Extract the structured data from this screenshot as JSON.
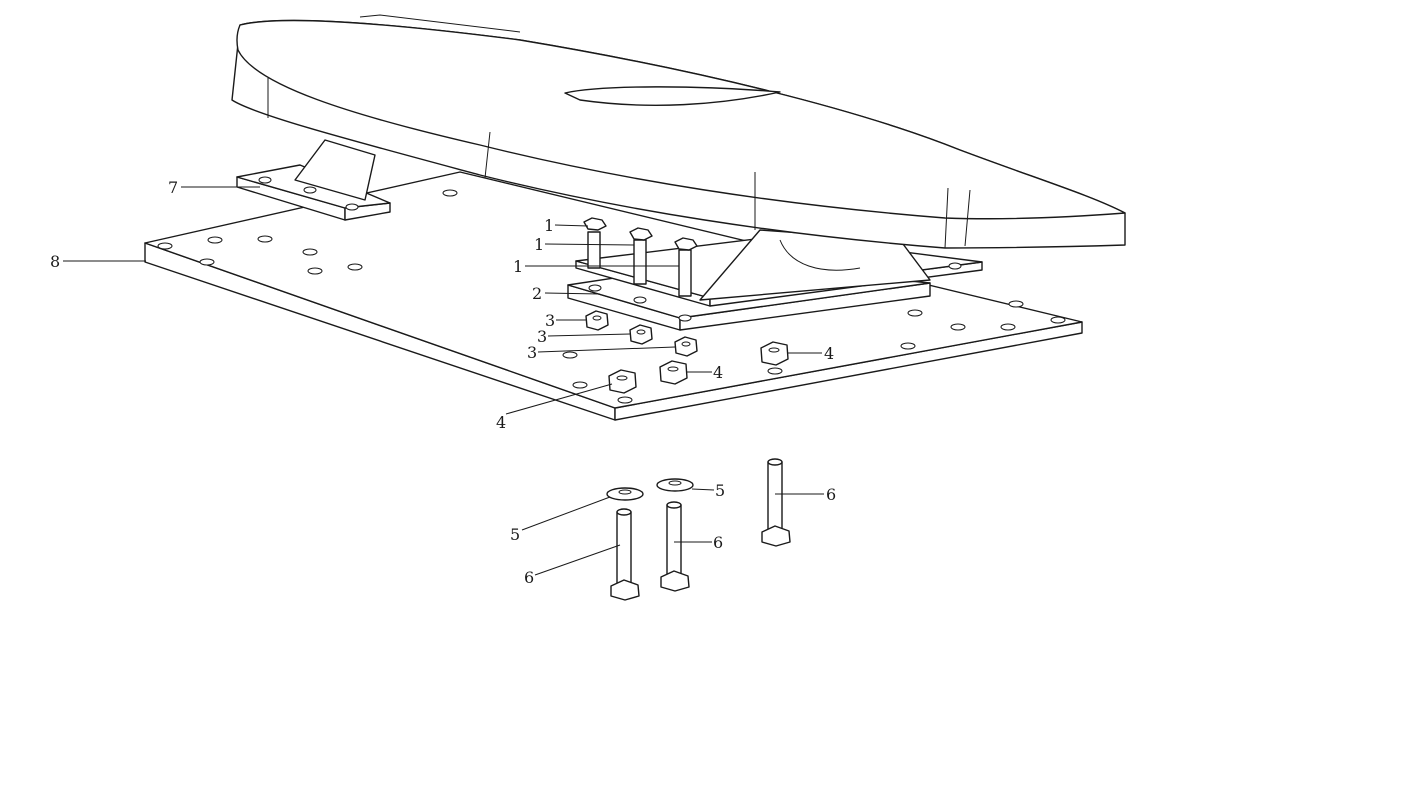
{
  "callouts": [
    {
      "label": "1"
    },
    {
      "label": "1"
    },
    {
      "label": "1"
    },
    {
      "label": "2"
    },
    {
      "label": "3"
    },
    {
      "label": "3"
    },
    {
      "label": "3"
    },
    {
      "label": "4"
    },
    {
      "label": "4"
    },
    {
      "label": "4"
    },
    {
      "label": "5"
    },
    {
      "label": "5"
    },
    {
      "label": "6"
    },
    {
      "label": "6"
    },
    {
      "label": "6"
    },
    {
      "label": "7"
    },
    {
      "label": "8"
    }
  ]
}
